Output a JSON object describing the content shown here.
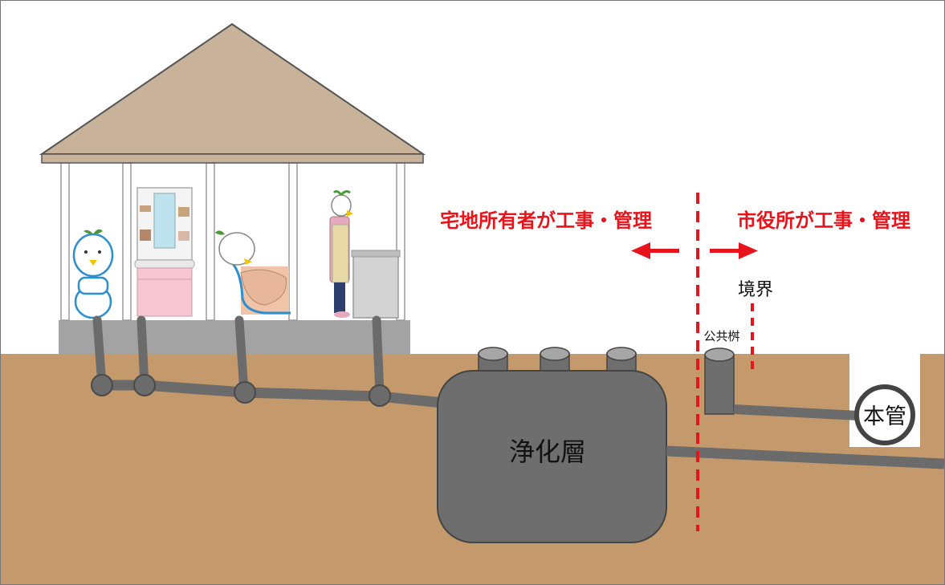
{
  "labels": {
    "owner_side": "宅地所有者が工事・管理",
    "city_side": "市役所が工事・管理",
    "boundary": "境界",
    "public_basin": "公共桝",
    "tank": "浄化層",
    "main_pipe": "本管"
  },
  "colors": {
    "ground": "#c49a6c",
    "roof": "#c8b29a",
    "pipe": "#6b6b6b",
    "tank": "#6e6e6e",
    "boundary_line": "#e8141b",
    "accent_text": "#e8141b"
  },
  "icons": [
    "toilet-icon",
    "washstand-icon",
    "bathtub-icon",
    "kitchen-sink-icon",
    "person-icon"
  ]
}
